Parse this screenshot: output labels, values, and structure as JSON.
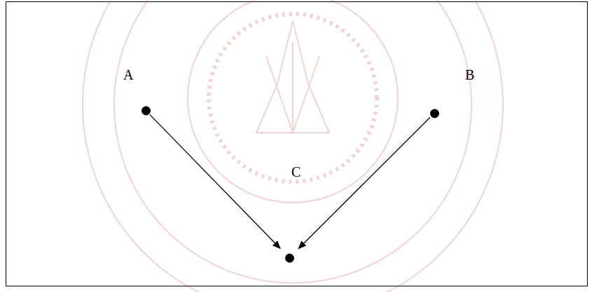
{
  "diagram": {
    "nodes": [
      {
        "text": [
          "A"
        ]
      },
      {
        "text": [
          "B"
        ]
      },
      {
        "text": [
          "C"
        ]
      }
    ],
    "edges": [
      {
        "from": 0,
        "to": 2,
        "arrow": "to"
      },
      {
        "from": 1,
        "to": 2,
        "arrow": "to"
      }
    ]
  }
}
